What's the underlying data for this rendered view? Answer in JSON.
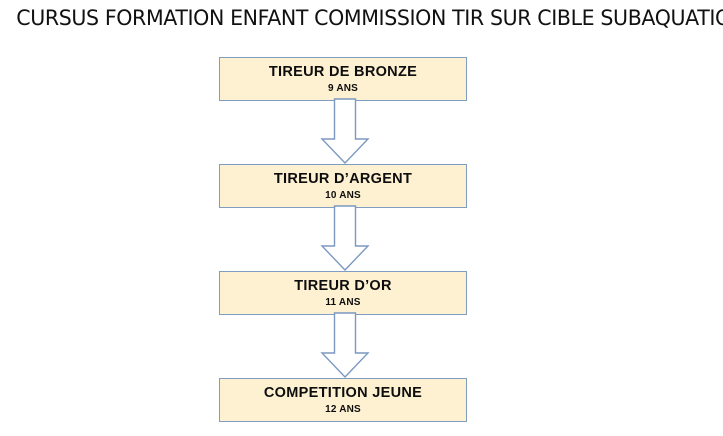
{
  "page": {
    "background_color": "#ffffff",
    "title": "CURSUS FORMATION ENFANT  COMMISSION TIR SUR CIBLE SUBAQUATIQUE"
  },
  "theme": {
    "box_fill": "#fdf1d2",
    "box_border": "#7f9cc1",
    "arrow_fill": "#ffffff",
    "arrow_stroke": "#7b99c0",
    "text_color": "#0d0d0d"
  },
  "chart_data": {
    "type": "diagram",
    "title": "CURSUS FORMATION ENFANT  COMMISSION TIR SUR CIBLE SUBAQUATIQUE",
    "orientation": "vertical-top-to-bottom",
    "nodes": [
      {
        "label": "TIREUR DE BRONZE",
        "sub": "9 ANS",
        "age": 9
      },
      {
        "label": "TIREUR  D’ARGENT",
        "sub": "10 ANS",
        "age": 10
      },
      {
        "label": "TIREUR  D’OR",
        "sub": "11 ANS",
        "age": 11
      },
      {
        "label": "COMPETITION JEUNE",
        "sub": "12 ANS",
        "age": 12
      }
    ],
    "connectors": [
      {
        "from": "TIREUR DE BRONZE",
        "to": "TIREUR  D’ARGENT",
        "shape": "block-arrow-down"
      },
      {
        "from": "TIREUR  D’ARGENT",
        "to": "TIREUR  D’OR",
        "shape": "block-arrow-down"
      },
      {
        "from": "TIREUR  D’OR",
        "to": "COMPETITION JEUNE",
        "shape": "block-arrow-down"
      }
    ]
  },
  "flow": {
    "boxes": [
      {
        "title": "TIREUR DE BRONZE",
        "sub": "9 ANS"
      },
      {
        "title": "TIREUR  D’ARGENT",
        "sub": "10 ANS"
      },
      {
        "title": "TIREUR  D’OR",
        "sub": "11 ANS"
      },
      {
        "title": "COMPETITION JEUNE",
        "sub": "12 ANS"
      }
    ]
  }
}
